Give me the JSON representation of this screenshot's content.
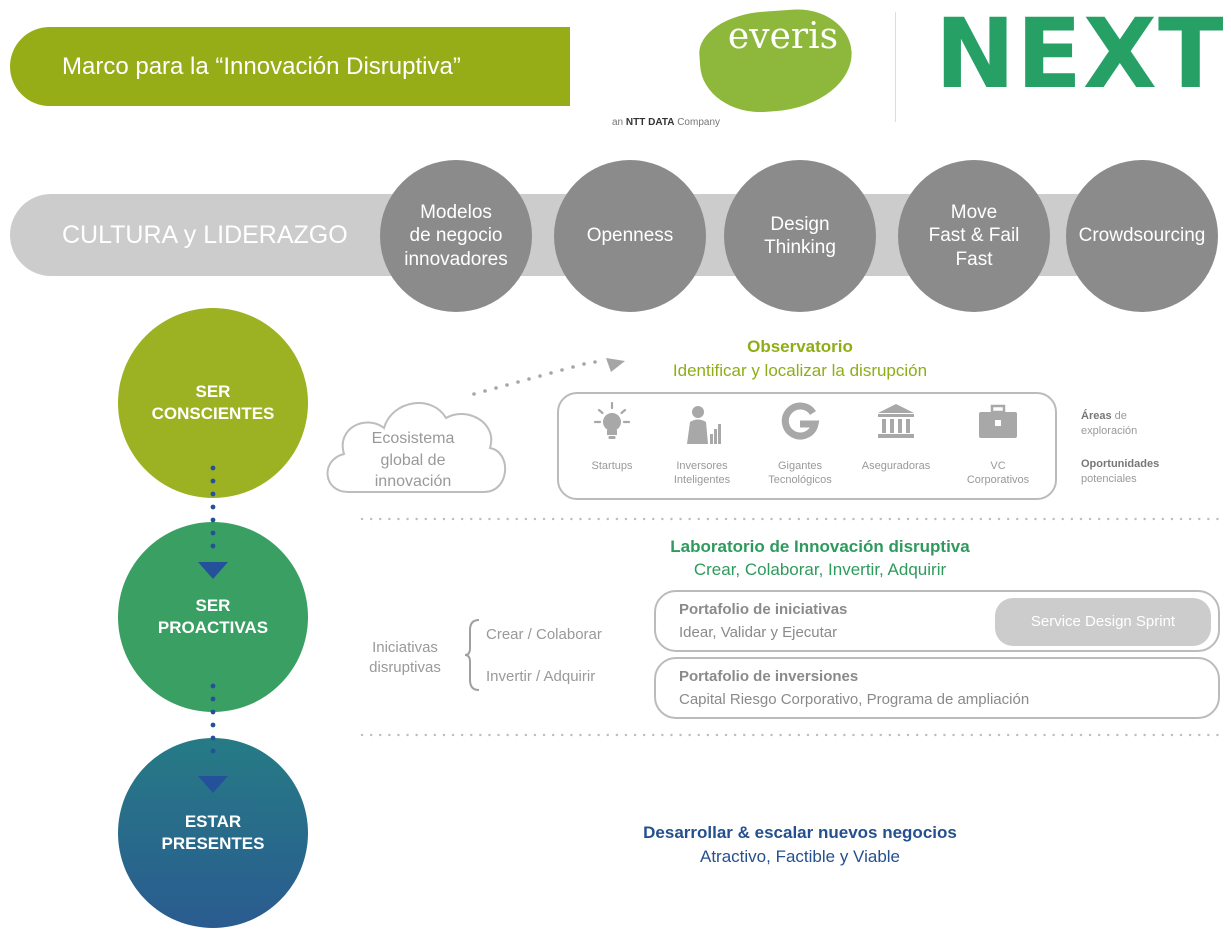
{
  "header": {
    "title": "Marco para la “Innovación Disruptiva”",
    "everis_logo": "everis",
    "ntt_prefix": "an",
    "ntt_brand": "NTT DATA",
    "ntt_suffix": "Company",
    "next_logo": "NEXT"
  },
  "culture_band": {
    "label": "CULTURA y LIDERAZGO",
    "pills": [
      {
        "l1": "Modelos",
        "l2": "de negocio",
        "l3": "innovadores"
      },
      {
        "l1": "Openness"
      },
      {
        "l1": "Design",
        "l2": "Thinking"
      },
      {
        "l1": "Move",
        "l2": "Fast & Fail",
        "l3": "Fast"
      },
      {
        "l1": "Crowdsourcing"
      }
    ]
  },
  "phases": [
    {
      "l1": "SER",
      "l2": "CONSCIENTES"
    },
    {
      "l1": "SER",
      "l2": "PROACTIVAS"
    },
    {
      "l1": "ESTAR",
      "l2": "PRESENTES"
    }
  ],
  "observatorio": {
    "title": "Observatorio",
    "subtitle": "Identificar y localizar la disrupción",
    "cloud": {
      "l1": "Ecosistema",
      "l2": "global de",
      "l3": "innovación"
    },
    "items": [
      {
        "icon": "lightbulb-icon",
        "l1": "Startups",
        "l2": ""
      },
      {
        "icon": "investor-icon",
        "l1": "Inversores",
        "l2": "Inteligentes"
      },
      {
        "icon": "google-g-icon",
        "l1": "Gigantes",
        "l2": "Tecnológicos"
      },
      {
        "icon": "bank-building-icon",
        "l1": "Aseguradoras",
        "l2": ""
      },
      {
        "icon": "briefcase-icon",
        "l1": "VC",
        "l2": "Corporativos"
      }
    ],
    "note1_bold": "Áreas",
    "note1_rest": "de",
    "note1_line2": "exploración",
    "note2_bold": "Oportunidades",
    "note2_line2": "potenciales"
  },
  "laboratorio": {
    "title": "Laboratorio de Innovación disruptiva",
    "subtitle": "Crear, Colaborar, Invertir, Adquirir",
    "initiatives_l1": "Iniciativas",
    "initiatives_l2": "disruptivas",
    "branch1": "Crear / Colaborar",
    "branch2": "Invertir / Adquirir",
    "port1_title": "Portafolio de iniciativas",
    "port1_sub": "Idear, Validar y Ejecutar",
    "sprint": "Service Design Sprint",
    "port2_title": "Portafolio de inversiones",
    "port2_sub": "Capital Riesgo Corporativo, Programa de ampliación"
  },
  "desarrollar": {
    "title": "Desarrollar & escalar nuevos negocios",
    "subtitle": "Atractivo, Factible y Viable"
  },
  "colors": {
    "title_bar": "#97ad18",
    "phase1": "#9cb222",
    "phase2": "#3a9f63",
    "phase3_top": "#267b85",
    "phase3_bottom": "#2a5b90",
    "obs_title": "#8fad16",
    "lab_title": "#2f9a5d",
    "dev_title": "#25508f",
    "pill_grey": "#8b8b8b",
    "band_grey": "#cccccc",
    "next_green": "#27a066",
    "everis_green": "#8db83c"
  }
}
